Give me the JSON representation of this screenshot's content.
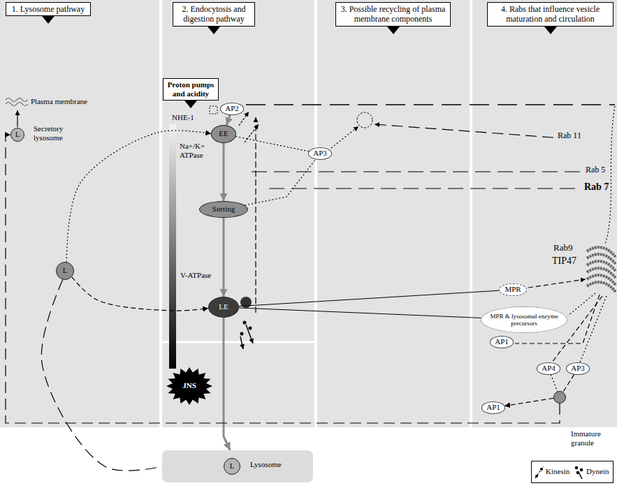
{
  "diagram": {
    "nodes": [
      {
        "text": [
          "1. Lysosome pathway"
        ]
      },
      {
        "text": [
          "2. Endocytosis and digestion pathway"
        ]
      },
      {
        "text": [
          "3. Possible recycling of plasma membrane components"
        ]
      },
      {
        "text": [
          "4. Rabs that influence vesicle maturation and circulation"
        ]
      },
      {
        "text": [
          "L",
          "Secretory lysosome"
        ]
      },
      {
        "text": [
          "L"
        ]
      },
      {
        "text": [
          "Lysosome"
        ]
      },
      {
        "text": [
          "L"
        ],
        "in": 6
      },
      {
        "text": [
          "Proton pumps and acidity"
        ]
      },
      {
        "text": [
          "AP2"
        ]
      },
      {
        "text": [
          "EE"
        ]
      },
      {
        "text": [
          "Sorting"
        ]
      },
      {
        "text": [
          "LE"
        ]
      },
      {
        "text": [
          "JNS"
        ]
      },
      {
        "text": [
          "AP3"
        ]
      },
      {
        "text": [
          "MPR"
        ]
      },
      {
        "text": [
          "MPR & lysosomal enzyme precursors"
        ]
      },
      {
        "text": [
          "AP1"
        ]
      },
      {
        "text": [
          "Immature granule"
        ]
      },
      {
        "text": [
          "AP4"
        ]
      },
      {
        "text": [
          "AP3"
        ]
      },
      {
        "text": [
          "AP1"
        ]
      }
    ],
    "edges": [
      {
        "from": 9,
        "to": 10,
        "arrow": "to"
      },
      {
        "from": 10,
        "to": 11,
        "arrow": "to"
      },
      {
        "from": 11,
        "to": 12,
        "arrow": "to"
      },
      {
        "from": 12,
        "to": 6,
        "arrow": "to"
      },
      {
        "from": 5,
        "to": 10,
        "arrow": "to"
      },
      {
        "from": 5,
        "to": 12,
        "arrow": "to"
      },
      {
        "from": 5,
        "to": 6,
        "arrow": "none"
      },
      {
        "from": 10,
        "to": 14,
        "arrow": "none"
      },
      {
        "from": 11,
        "to": 14,
        "arrow": "none"
      },
      {
        "from": 12,
        "to": 16,
        "arrow": "none"
      },
      {
        "from": 12,
        "to": 15,
        "arrow": "none"
      },
      {
        "from": 18,
        "to": 21,
        "arrow": "to"
      },
      {
        "from": 18,
        "to": 4,
        "arrow": "to"
      },
      {
        "from": 19,
        "to": 18,
        "arrow": "none"
      },
      {
        "from": 20,
        "to": 18,
        "arrow": "none"
      }
    ],
    "labels": [
      "Plasma membrane",
      "NHE-1",
      "Na+/K+ ATPase",
      "V-ATPase",
      "Rab 11",
      "Rab 5",
      "Rab 7",
      "Rab9",
      "TIP47"
    ],
    "legend": [
      {
        "text": "Kinesin"
      },
      {
        "text": "Dynein"
      }
    ]
  }
}
